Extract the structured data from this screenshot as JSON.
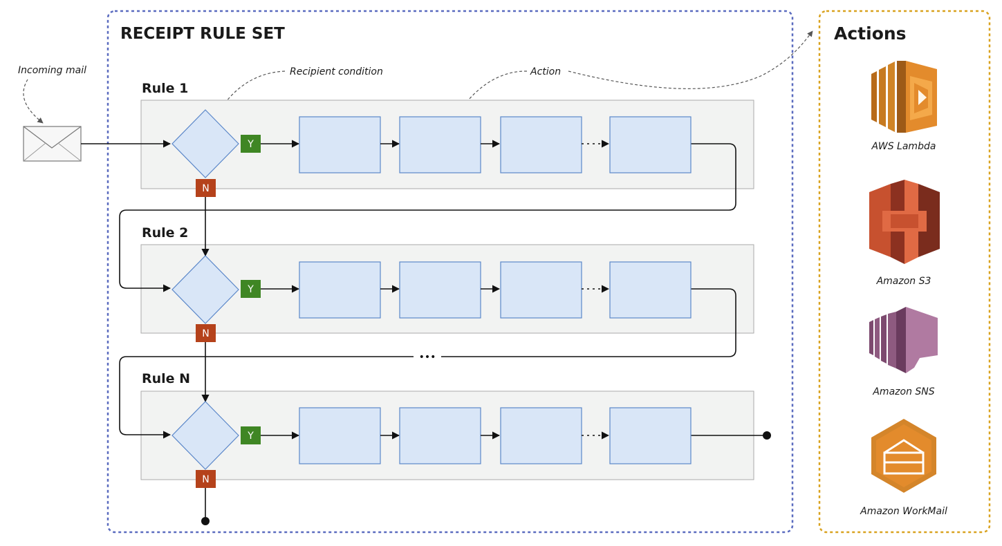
{
  "rule_set": {
    "title": "RECEIPT RULE SET"
  },
  "actions_panel": {
    "title": "Actions"
  },
  "annotations": {
    "incoming_mail": "Incoming mail",
    "recipient_condition": "Recipient condition",
    "action": "Action"
  },
  "rules": [
    {
      "label": "Rule 1"
    },
    {
      "label": "Rule 2"
    },
    {
      "label": "Rule N"
    }
  ],
  "branch_labels": {
    "yes": "Y",
    "no": "N"
  },
  "ellipsis": "•••",
  "actions": [
    {
      "name": "AWS Lambda",
      "icon": "aws-lambda-icon"
    },
    {
      "name": "Amazon S3",
      "icon": "amazon-s3-icon"
    },
    {
      "name": "Amazon SNS",
      "icon": "amazon-sns-icon"
    },
    {
      "name": "Amazon WorkMail",
      "icon": "amazon-workmail-icon"
    }
  ],
  "colors": {
    "rule_set_border": "#5a6bbf",
    "actions_border": "#d9a21f",
    "rule_bg": "#f2f3f2",
    "action_box": "#d9e6f7",
    "action_box_border": "#5b87c9",
    "yes_badge": "#3f8624",
    "no_badge": "#b5421b",
    "lambda": "#e38b2c",
    "s3": "#c7512f",
    "sns": "#a96a93",
    "workmail": "#d4852a"
  }
}
